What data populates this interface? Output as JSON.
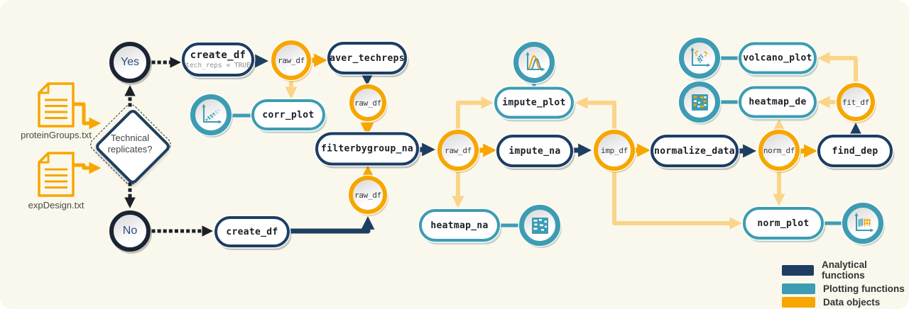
{
  "colors": {
    "analytical_navy": "#1d3e62",
    "plotting_teal": "#3d9cb2",
    "data_orange": "#f7a600",
    "flow_light_orange": "#fad489",
    "background_ivory": "#faf8ec"
  },
  "inputs": {
    "files": [
      {
        "name": "proteinGroups.txt"
      },
      {
        "name": "expDesign.txt"
      }
    ]
  },
  "decision": {
    "question": "Technical replicates?",
    "yes_label": "Yes",
    "no_label": "No"
  },
  "functions": {
    "create_df_yes": {
      "label": "create_df",
      "param": "tech_reps = TRUE"
    },
    "create_df_no": {
      "label": "create_df"
    },
    "aver_techreps": {
      "label": "aver_techreps"
    },
    "corr_plot": {
      "label": "corr_plot"
    },
    "filterbygroup_na": {
      "label": "filterbygroup_na"
    },
    "impute_plot": {
      "label": "impute_plot"
    },
    "impute_na": {
      "label": "impute_na"
    },
    "heatmap_na": {
      "label": "heatmap_na"
    },
    "normalize_data": {
      "label": "normalize_data"
    },
    "find_dep": {
      "label": "find_dep"
    },
    "heatmap_de": {
      "label": "heatmap_de"
    },
    "volcano_plot": {
      "label": "volcano_plot"
    },
    "norm_plot": {
      "label": "norm_plot"
    }
  },
  "data_objects": {
    "raw_df": "raw_df",
    "imp_df": "imp_df",
    "norm_df": "norm_df",
    "fit_df": "fit_df"
  },
  "legend": {
    "items": [
      {
        "label": "Analytical functions",
        "color": "#1d3e62"
      },
      {
        "label": "Plotting functions",
        "color": "#3d9cb2"
      },
      {
        "label": "Data objects",
        "color": "#f7a600"
      }
    ]
  }
}
